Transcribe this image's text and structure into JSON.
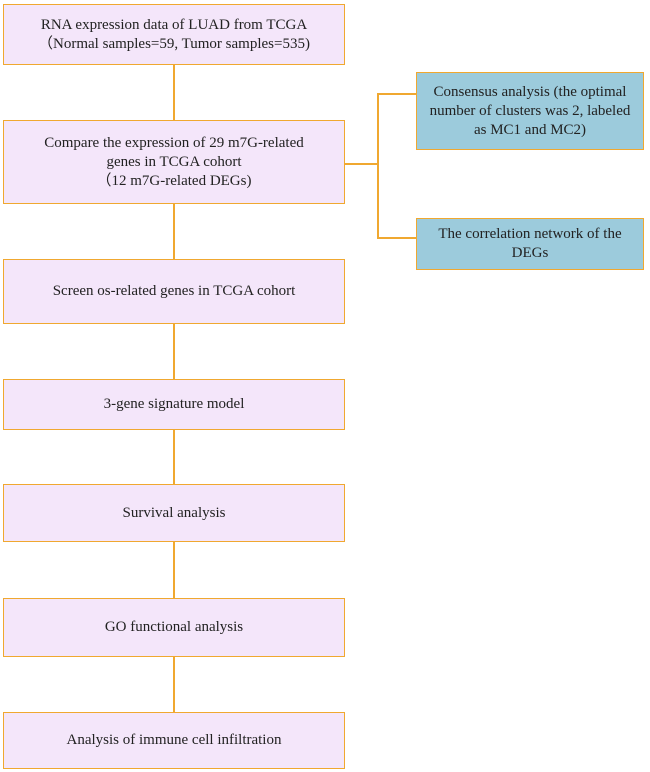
{
  "colors": {
    "main_box_fill": "#f4e6fa",
    "side_box_fill": "#9ccbdc",
    "border": "#f0a830",
    "connector": "#f0a830"
  },
  "steps": [
    {
      "lines": [
        "RNA expression data of  LUAD from TCGA",
        "（Normal samples=59, Tumor samples=535)"
      ]
    },
    {
      "lines": [
        "Compare the expression of 29 m7G-related",
        "genes in TCGA cohort",
        "（12  m7G-related DEGs)"
      ]
    },
    {
      "lines": [
        "Screen os-related genes in TCGA cohort"
      ]
    },
    {
      "lines": [
        "3-gene signature model"
      ]
    },
    {
      "lines": [
        "Survival analysis"
      ]
    },
    {
      "lines": [
        "GO functional analysis"
      ]
    },
    {
      "lines": [
        "Analysis of immune cell infiltration"
      ]
    }
  ],
  "side_boxes": [
    {
      "lines": [
        "Consensus analysis (the optimal",
        "number of clusters was 2, labeled",
        "as MC1 and MC2)"
      ]
    },
    {
      "lines": [
        "The correlation network of the",
        "DEGs"
      ]
    }
  ]
}
